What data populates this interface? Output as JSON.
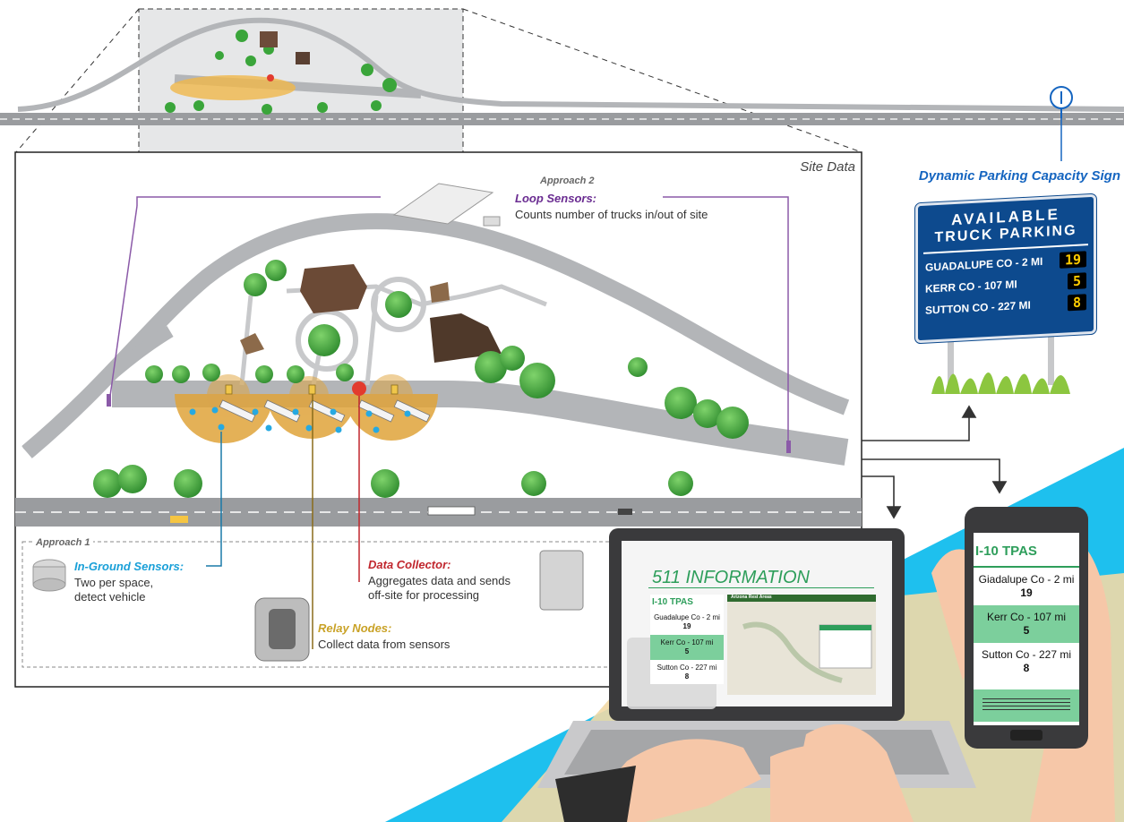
{
  "overview": {
    "aria": "Rest area overview along highway"
  },
  "site_panel": {
    "title": "Site Data"
  },
  "approach1": {
    "label": "Approach 1"
  },
  "approach2": {
    "label": "Approach 2"
  },
  "loop_sensors": {
    "title": "Loop Sensors:",
    "desc": "Counts number of trucks in/out of site",
    "color": "#6a2c91"
  },
  "in_ground_sensors": {
    "title": "In-Ground Sensors:",
    "desc_line1": "Two per space,",
    "desc_line2": "detect vehicle",
    "color": "#1aa0d8"
  },
  "relay_nodes": {
    "title": "Relay Nodes:",
    "desc": "Collect data from sensors",
    "color": "#c9a227"
  },
  "data_collector": {
    "title": "Data Collector:",
    "desc_line1": "Aggregates data and sends",
    "desc_line2": "off-site for processing",
    "color": "#c0262d"
  },
  "sign": {
    "label": "Dynamic Parking Capacity Sign",
    "line1": "AVAILABLE",
    "line2": "TRUCK PARKING",
    "rows": [
      {
        "name": "GUADALUPE CO - 2 MI",
        "count": "19"
      },
      {
        "name": "KERR CO - 107 MI",
        "count": "5"
      },
      {
        "name": "SUTTON CO - 227 MI",
        "count": "8"
      }
    ],
    "colors": {
      "panel": "#0d4a8e",
      "label": "#1565c0"
    }
  },
  "laptop": {
    "header": "511 INFORMATION",
    "brand": "I-10 TPAS",
    "map_title": "Arizona Rest Areas",
    "rows": [
      {
        "name": "Guadalupe Co - 2 mi",
        "count": "19"
      },
      {
        "name": "Kerr Co - 107 mi",
        "count": "5"
      },
      {
        "name": "Sutton Co - 227 mi",
        "count": "8"
      }
    ]
  },
  "phone": {
    "brand": "I-10 TPAS",
    "rows": [
      {
        "name": "Giadalupe Co - 2 mi",
        "count": "19"
      },
      {
        "name": "Kerr Co - 107 mi",
        "count": "5"
      },
      {
        "name": "Sutton Co - 227 mi",
        "count": "8"
      }
    ],
    "accent": "#2e9e5b"
  },
  "colors": {
    "road": "#a7a9ac",
    "tree": "#3aa53a",
    "highlight_zone": "#e0a43a",
    "cyan_bg": "#1bb3e8"
  }
}
